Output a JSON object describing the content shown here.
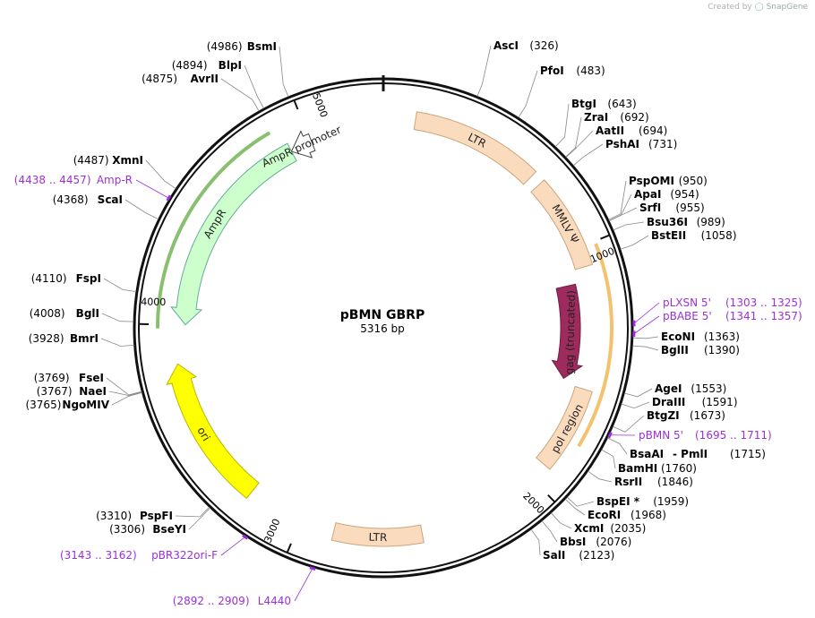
{
  "credit": {
    "prefix": "Created by",
    "brand": "SnapGene"
  },
  "plasmid": {
    "name": "pBMN GBRP",
    "size_label": "5316 bp",
    "length": 5316
  },
  "ticks": [
    {
      "label": "1000",
      "pos": 1000
    },
    {
      "label": "2000",
      "pos": 2000
    },
    {
      "label": "3000",
      "pos": 3000
    },
    {
      "label": "4000",
      "pos": 4000
    },
    {
      "label": "5000",
      "pos": 5000
    }
  ],
  "features": [
    {
      "label": "LTR",
      "start": 130,
      "end": 655,
      "dir": "none",
      "color": "#fadbbd"
    },
    {
      "label": "MMLV Ψ",
      "start": 700,
      "end": 1080,
      "dir": "none",
      "color": "#fadbbd"
    },
    {
      "label": "gag (truncated)",
      "start": 1140,
      "end": 1560,
      "dir": "cw",
      "color": "#9e2b5d"
    },
    {
      "label": "pol region",
      "start": 1580,
      "end": 1925,
      "dir": "none",
      "color": "#fadbbd"
    },
    {
      "label": "LTR",
      "start": 2500,
      "end": 2860,
      "dir": "none",
      "color": "#fadbbd"
    },
    {
      "label": "ori",
      "start": 3230,
      "end": 3840,
      "dir": "ccw_end",
      "color": "#ffff00"
    },
    {
      "label": "AmpR",
      "start": 4000,
      "end": 4910,
      "dir": "ccw",
      "color": "#ccffcc"
    },
    {
      "label": "AmpR promoter",
      "start": 4910,
      "end": 5005,
      "dir": "ccw",
      "color": "#ffffff"
    }
  ],
  "sites": [
    {
      "name": "AscI",
      "pos_label": "(326)"
    },
    {
      "name": "PfoI",
      "pos_label": "(483)"
    },
    {
      "name": "BtgI",
      "pos_label": "(643)"
    },
    {
      "name": "ZraI",
      "pos_label": "(692)"
    },
    {
      "name": "AatII",
      "pos_label": "(694)"
    },
    {
      "name": "PshAI",
      "pos_label": "(731)"
    },
    {
      "name": "PspOMI",
      "pos_label": "(950)"
    },
    {
      "name": "ApaI",
      "pos_label": "(954)"
    },
    {
      "name": "SrfI",
      "pos_label": "(955)"
    },
    {
      "name": "Bsu36I",
      "pos_label": "(989)"
    },
    {
      "name": "BstEII",
      "pos_label": "(1058)"
    },
    {
      "name": "EcoNI",
      "pos_label": "(1363)"
    },
    {
      "name": "BglII",
      "pos_label": "(1390)"
    },
    {
      "name": "AgeI",
      "pos_label": "(1553)"
    },
    {
      "name": "DraIII",
      "pos_label": "(1591)"
    },
    {
      "name": "BtgZI",
      "pos_label": "(1673)"
    },
    {
      "name": "BsaAI",
      "pos_label": "(1715)",
      "extra": "- PmlI"
    },
    {
      "name": "BamHI",
      "pos_label": "(1760)"
    },
    {
      "name": "RsrII",
      "pos_label": "(1846)"
    },
    {
      "name": "BspEI *",
      "pos_label": "(1959)"
    },
    {
      "name": "EcoRI",
      "pos_label": "(1968)"
    },
    {
      "name": "XcmI",
      "pos_label": "(2035)"
    },
    {
      "name": "BbsI",
      "pos_label": "(2076)"
    },
    {
      "name": "SalI",
      "pos_label": "(2123)"
    },
    {
      "name": "BseYI",
      "pos_label": "(3306)"
    },
    {
      "name": "PspFI",
      "pos_label": "(3310)"
    },
    {
      "name": "NgoMIV",
      "pos_label": "(3765)"
    },
    {
      "name": "NaeI",
      "pos_label": "(3767)"
    },
    {
      "name": "FseI",
      "pos_label": "(3769)"
    },
    {
      "name": "BmrI",
      "pos_label": "(3928)"
    },
    {
      "name": "BglI",
      "pos_label": "(4008)"
    },
    {
      "name": "FspI",
      "pos_label": "(4110)"
    },
    {
      "name": "ScaI",
      "pos_label": "(4368)"
    },
    {
      "name": "XmnI",
      "pos_label": "(4487)"
    },
    {
      "name": "AvrII",
      "pos_label": "(4875)"
    },
    {
      "name": "BlpI",
      "pos_label": "(4894)"
    },
    {
      "name": "BsmI",
      "pos_label": "(4986)"
    }
  ],
  "primers": [
    {
      "name": "pLXSN 5'",
      "pos_label": "(1303 .. 1325)"
    },
    {
      "name": "pBABE 5'",
      "pos_label": "(1341 .. 1357)"
    },
    {
      "name": "pBMN 5'",
      "pos_label": "(1695 .. 1711)"
    },
    {
      "name": "pBR322ori-F",
      "pos_label": "(3143 .. 3162)"
    },
    {
      "name": "L4440",
      "pos_label": "(2892 .. 2909)"
    },
    {
      "name": "Amp-R",
      "pos_label": "(4438 .. 4457)"
    }
  ]
}
